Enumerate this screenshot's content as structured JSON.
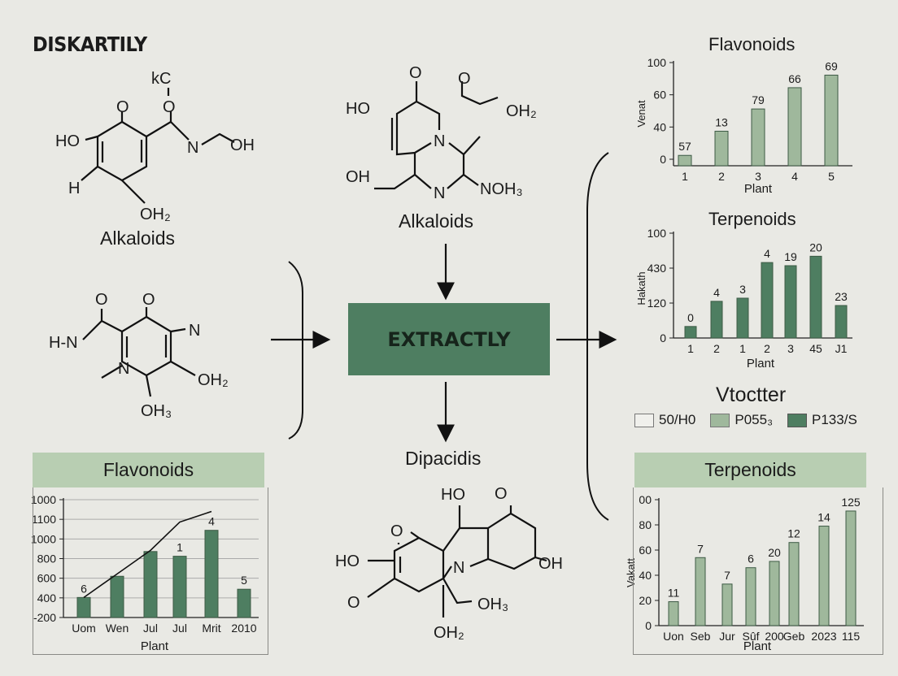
{
  "title": "DISKARTILY",
  "process_box": "EXTRACTLY",
  "labels": {
    "alkaloids_left": "Alkaloids",
    "alkaloids_top": "Alkaloids",
    "dipacidis": "Dipacidis"
  },
  "molecules": {
    "m1": [
      "kC",
      "O",
      "O",
      "HO",
      "N",
      "OH",
      "H",
      "OH₂"
    ],
    "m2": [
      "O",
      "O",
      "H-N",
      "N",
      "N",
      "OH₂",
      "OH₃"
    ],
    "m3": [
      "O",
      "O",
      "HO",
      "OH₂",
      "N",
      "OH",
      "N",
      "NOH₃"
    ],
    "m4": [
      "HO",
      "O",
      "O",
      "HO",
      "N",
      "OH",
      "O",
      "OH₃",
      "OH₂"
    ]
  },
  "legend": {
    "title": "Vtoctter",
    "items": [
      {
        "label": "50/H0",
        "color": "#f0f0ec"
      },
      {
        "label": "P055₃",
        "color": "#9fb89c"
      },
      {
        "label": "P133/S",
        "color": "#4e7e61"
      }
    ]
  },
  "colors": {
    "accent_dark": "#4e7e61",
    "accent_light": "#9fb89c",
    "header_fill": "#b8ceb2",
    "background": "#e9e9e4"
  },
  "chart_data": [
    {
      "type": "bar",
      "title": "Flavonoids",
      "xlabel": "Plant",
      "ylabel": "Venat",
      "yticks": [
        "0",
        "40",
        "60",
        "100"
      ],
      "categories": [
        "1",
        "2",
        "3",
        "4",
        "5"
      ],
      "levels": [
        0.04,
        0.29,
        0.52,
        0.74,
        0.87
      ],
      "data_labels": [
        "57",
        "13",
        "79",
        "66",
        "69"
      ],
      "color": "#9fb89c"
    },
    {
      "type": "bar",
      "title": "Terpenoids",
      "xlabel": "Plant",
      "ylabel": "Hakath",
      "yticks": [
        "0",
        "120",
        "430",
        "100"
      ],
      "categories": [
        "1",
        "2",
        "1",
        "2",
        "3",
        "45",
        "J1"
      ],
      "levels": [
        0.11,
        0.35,
        0.38,
        0.72,
        0.69,
        0.78,
        0.31
      ],
      "data_labels": [
        "0",
        "4",
        "3",
        "4",
        "19",
        "20",
        "23"
      ],
      "color": "#4e7e61"
    },
    {
      "type": "bar",
      "title": "Terpenoids",
      "xlabel": "Plant",
      "ylabel": "Vakatt",
      "yticks": [
        "0",
        "20",
        "40",
        "60",
        "80",
        "00"
      ],
      "ylim": [
        0,
        100
      ],
      "categories": [
        "Uon",
        "Seb",
        "Jur",
        "Sûf",
        "200",
        "Geb",
        "2023",
        "115"
      ],
      "levels": [
        0.19,
        0.54,
        0.33,
        0.46,
        0.51,
        0.66,
        0.79,
        0.91
      ],
      "data_labels": [
        "11",
        "7",
        "7",
        "6",
        "20",
        "12",
        "14",
        "125"
      ],
      "color": "#9fb89c"
    },
    {
      "type": "bar+line",
      "title": "Flavonoids",
      "xlabel": "Plant",
      "ylabel": "",
      "yticks": [
        "-200",
        "400",
        "600",
        "800",
        "1000",
        "1100",
        "1000"
      ],
      "categories": [
        "Uom",
        "Wen",
        "Jul",
        "Jul",
        "Mrit",
        "2010"
      ],
      "levels": [
        0.17,
        0.35,
        0.56,
        0.52,
        0.74,
        0.24
      ],
      "line_levels": [
        0.17,
        0.37,
        0.57,
        0.81,
        0.9
      ],
      "data_labels": [
        "6",
        "",
        "",
        "1",
        "4",
        "5"
      ],
      "color": "#4e7e61"
    }
  ]
}
